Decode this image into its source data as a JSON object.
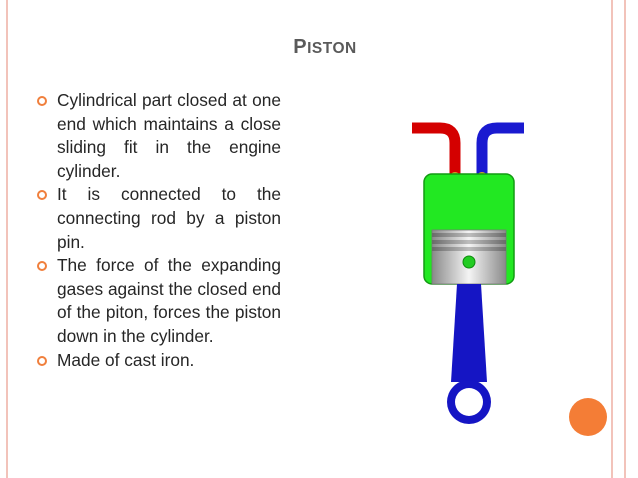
{
  "slide": {
    "title_first": "P",
    "title_rest": "ISTON",
    "bullets": [
      "Cylindrical part closed at one end which maintains a close sliding fit in the engine cylinder.",
      "It is connected to the connecting rod by a piston pin.",
      "The force of the expanding gases against the closed end of the piton, forces the piston down in the cylinder.",
      "Made of cast iron."
    ]
  },
  "icons": {
    "bullet": "hollow-circle-bullet-icon",
    "illustration": "engine-piston-illustration"
  },
  "colors": {
    "title": "#5a5a5a",
    "bullet_marker": "#f07f3c",
    "stripe": "#f2c3ba",
    "cylinder": "#22e822",
    "connecting_rod": "#1515c4",
    "inlet_pipe": "#d40000",
    "exhaust_pipe": "#1a1ad0",
    "accent_circle": "#f47d36"
  }
}
